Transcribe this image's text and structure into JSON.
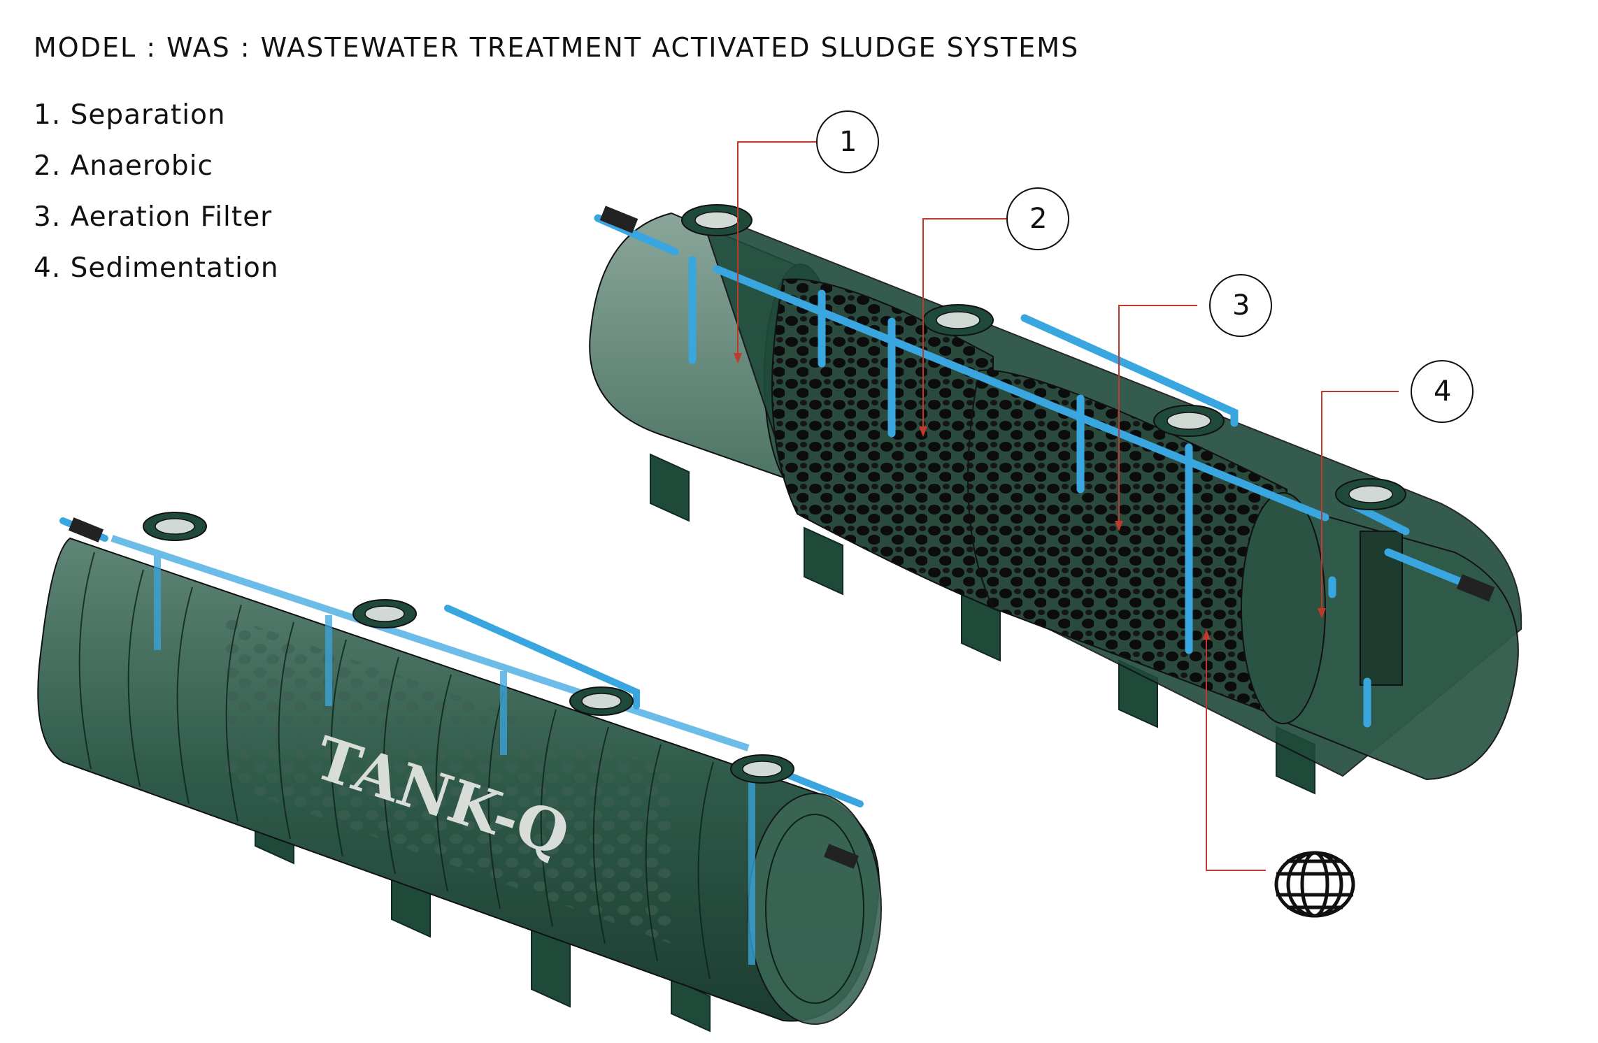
{
  "title": "MODEL : WAS : WASTEWATER TREATMENT ACTIVATED SLUDGE SYSTEMS",
  "legend": [
    "1. Separation",
    "2. Anaerobic",
    "3. Aeration Filter",
    "4. Sedimentation"
  ],
  "callouts": [
    "1",
    "2",
    "3",
    "4"
  ],
  "brand_text": "TANK-Q",
  "colors": {
    "tank": "#2f5a4a",
    "tank_dark": "#1c3d31",
    "pipe": "#3aa6e0",
    "leader": "#c0392b",
    "media": "#111111"
  }
}
